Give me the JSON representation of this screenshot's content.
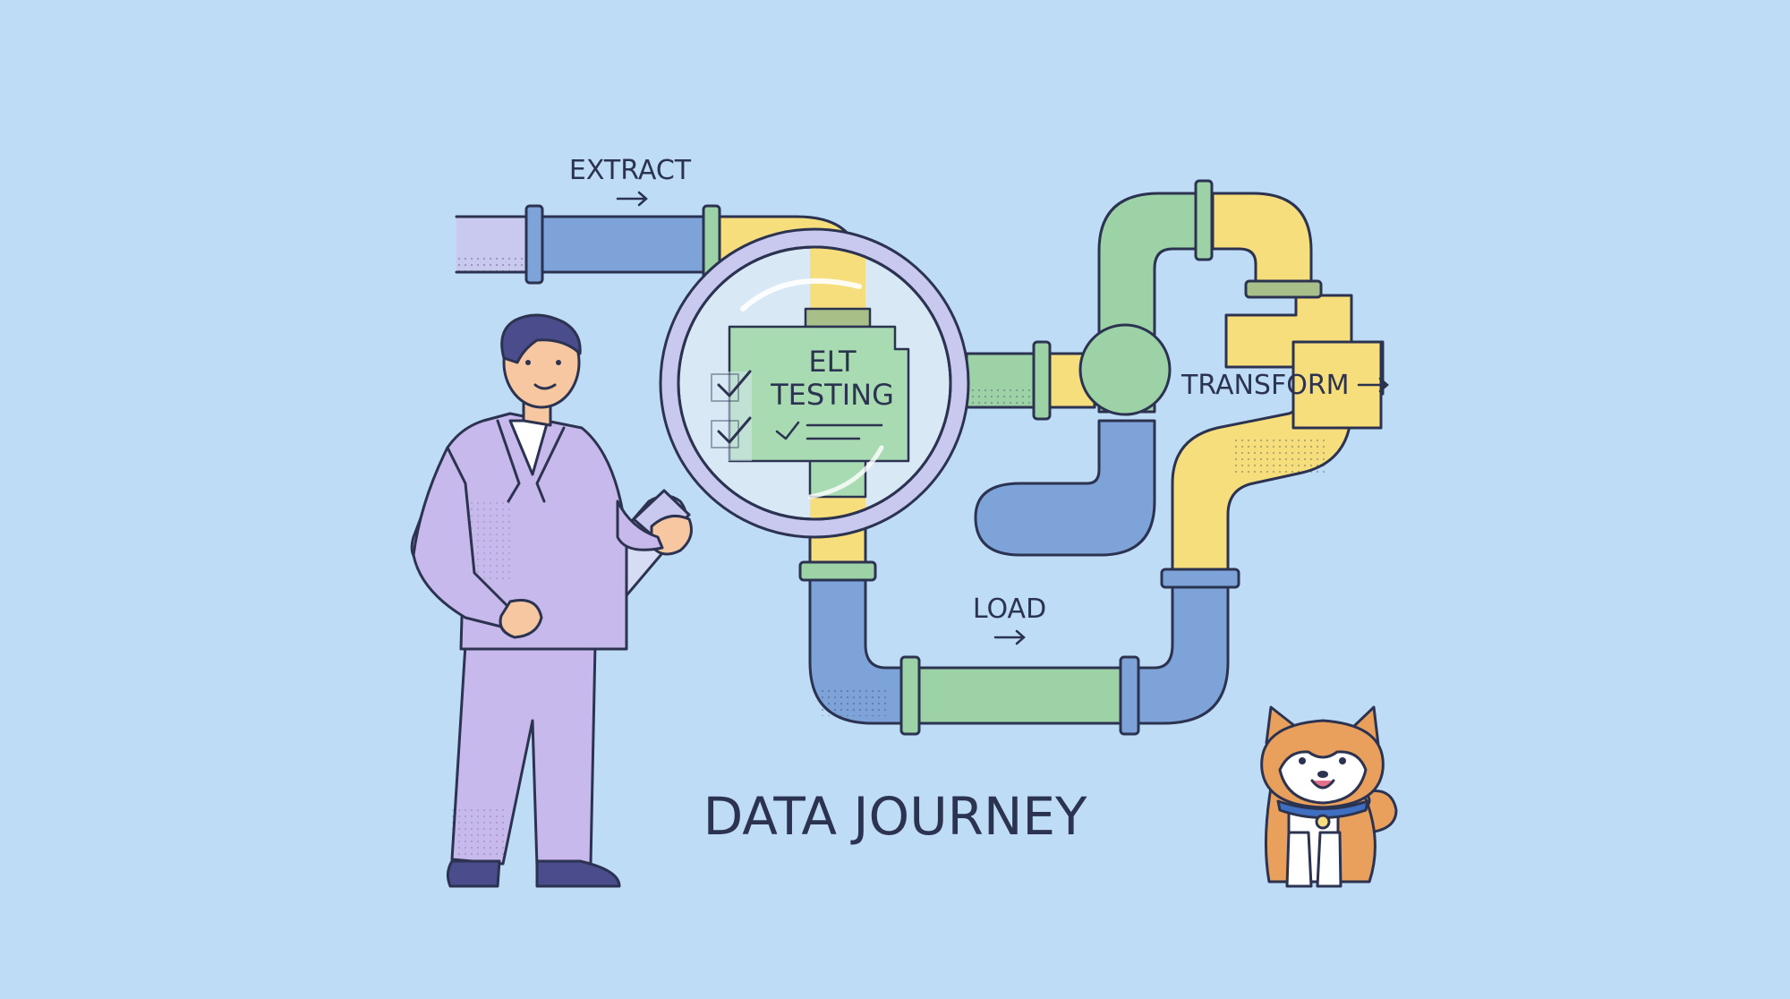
{
  "labels": {
    "extract": "EXTRACT",
    "transform": "TRANSFORM",
    "load": "LOAD",
    "elt_line1": "ELT",
    "elt_line2": "TESTING",
    "title": "DATA JOURNEY",
    "arrow": "→"
  },
  "colors": {
    "background": "#bfdcf7",
    "pipe_blue": "#7ea3d9",
    "pipe_green": "#9dd1a6",
    "pipe_yellow": "#f6de7d",
    "pipe_lavender": "#c9c8ee",
    "outline": "#2b3350",
    "suit": "#c8b9ec",
    "skin": "#f6c7a0",
    "hair": "#4a4c8c",
    "dog_orange": "#e9a05c",
    "dog_collar": "#3f6fc0"
  }
}
